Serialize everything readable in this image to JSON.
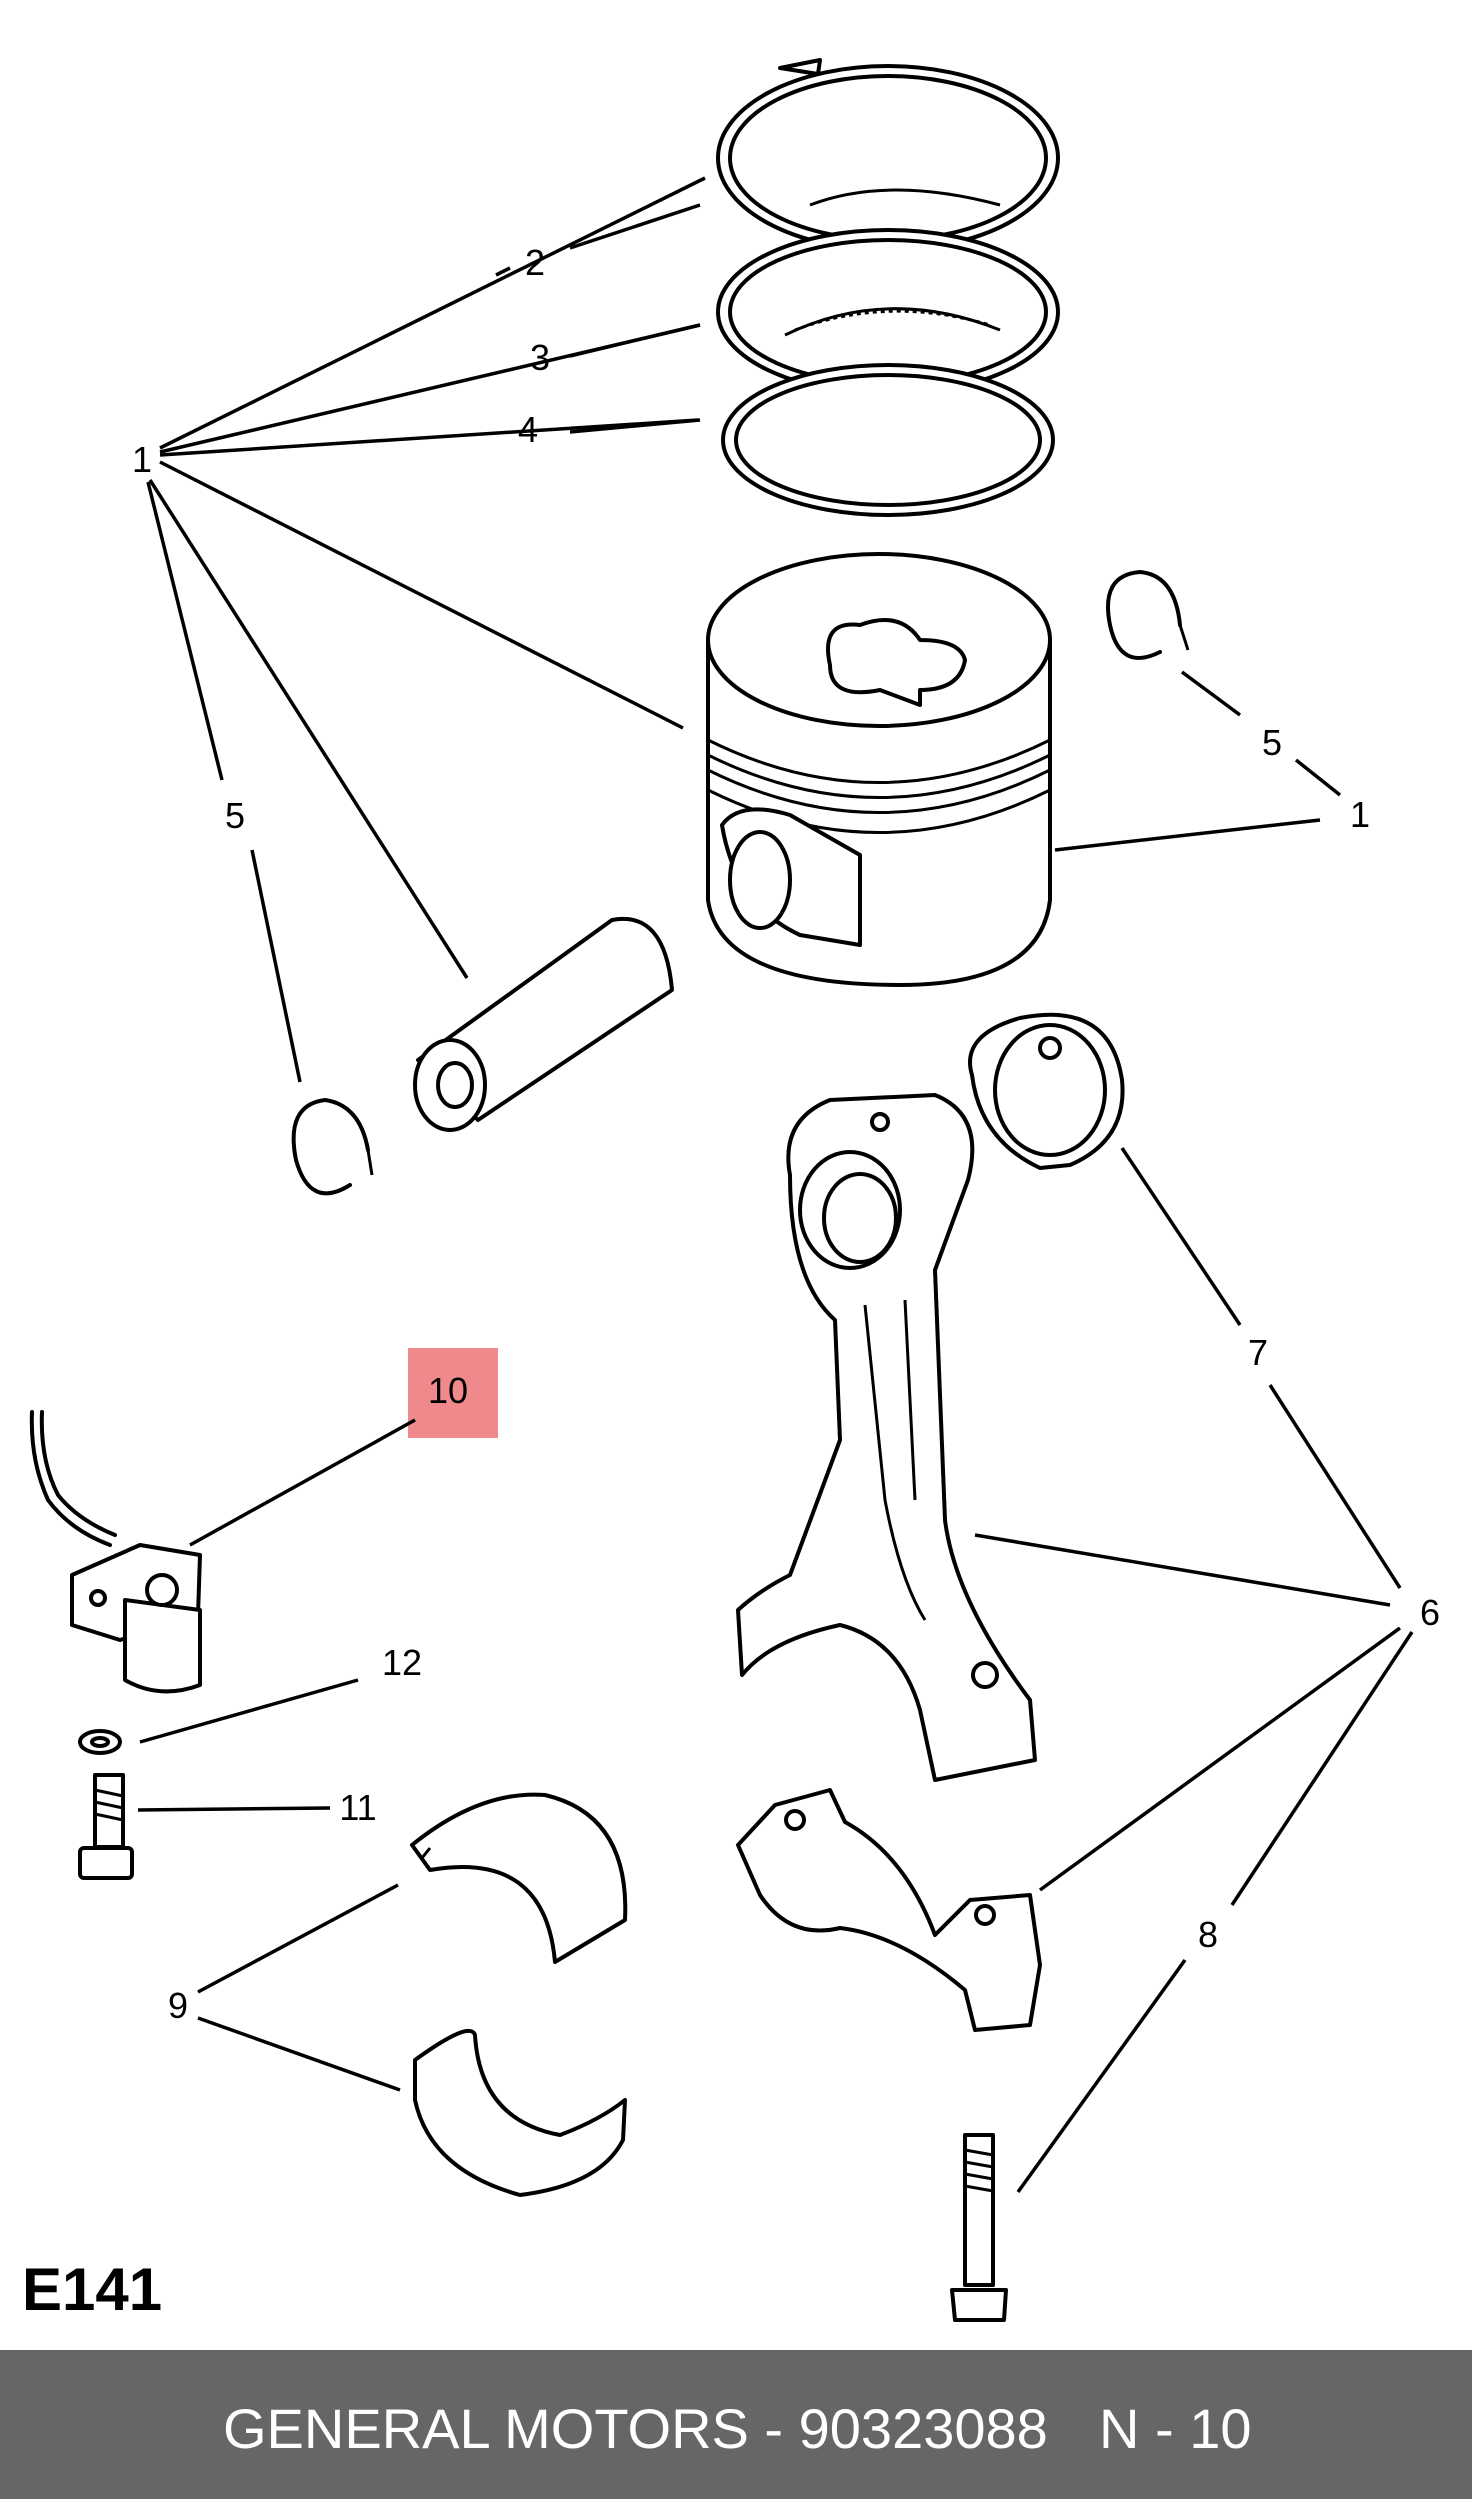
{
  "diagram": {
    "callouts": [
      {
        "id": "c1a",
        "text": "1"
      },
      {
        "id": "c1b",
        "text": "1"
      },
      {
        "id": "c2",
        "text": "2"
      },
      {
        "id": "c3",
        "text": "3"
      },
      {
        "id": "c4",
        "text": "4"
      },
      {
        "id": "c5a",
        "text": "5"
      },
      {
        "id": "c5b",
        "text": "5"
      },
      {
        "id": "c6",
        "text": "6"
      },
      {
        "id": "c7",
        "text": "7"
      },
      {
        "id": "c8",
        "text": "8"
      },
      {
        "id": "c9",
        "text": "9"
      },
      {
        "id": "c10",
        "text": "10"
      },
      {
        "id": "c11",
        "text": "11"
      },
      {
        "id": "c12",
        "text": "12"
      }
    ],
    "highlighted_part": "10",
    "highlight_color": "#f0898c",
    "reference_code": "E141"
  },
  "footer": {
    "brand_part": "GENERAL MOTORS - 90323088",
    "position": "N - 10",
    "background": "#666666"
  }
}
